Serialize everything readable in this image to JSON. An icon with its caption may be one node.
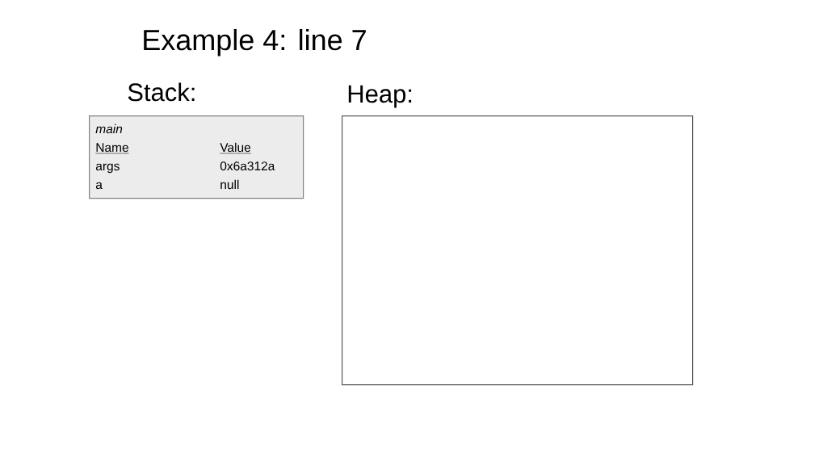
{
  "diagram": {
    "title": "Example 4: line 7",
    "nodes": [
      {
        "text": [
          "main",
          "Name",
          "Value",
          "args",
          "0x6a312a",
          "a",
          "null"
        ]
      },
      {
        "text": [],
        "shape": "box"
      }
    ],
    "labels": [
      "Stack:",
      "Heap:"
    ]
  }
}
